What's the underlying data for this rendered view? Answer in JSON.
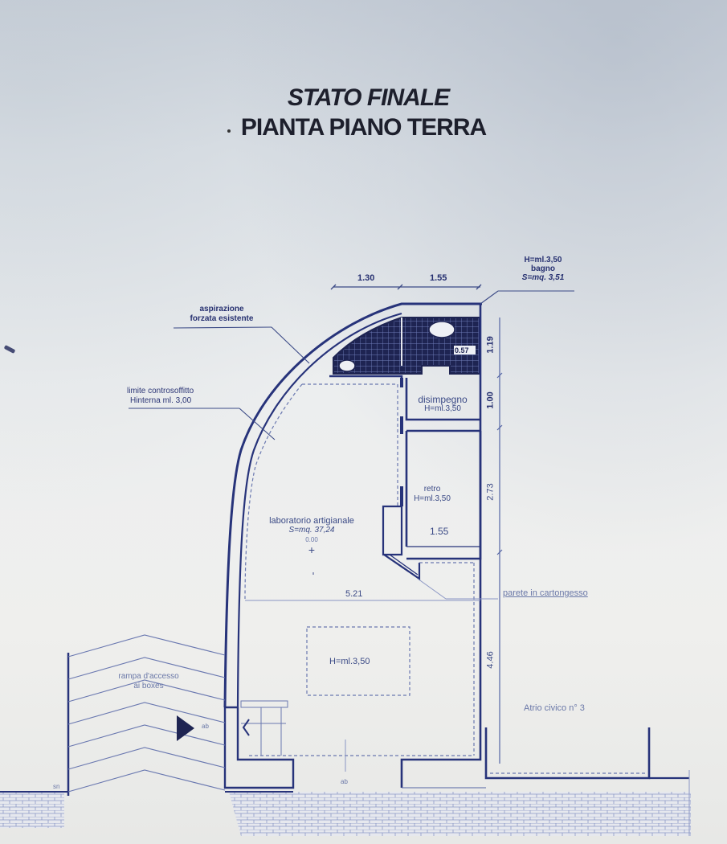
{
  "title": {
    "line1": "STATO FINALE",
    "line2": "PIANTA PIANO TERRA"
  },
  "dimensions": {
    "top_left": "1.30",
    "top_right": "1.55",
    "right_bagno": "1.19",
    "right_disimpegno": "1.00",
    "right_retro": "2.73",
    "right_laboratorio": "4.46",
    "retro_width": "1.55",
    "laboratorio_width": "5.21"
  },
  "rooms": {
    "bagno": {
      "height": "H=ml.3,50",
      "name": "bagno",
      "area": "S=mq. 3,51",
      "window_tag": "0.57"
    },
    "disimpegno": {
      "name": "disimpegno",
      "height": "H=ml.3,50"
    },
    "retro": {
      "name": "retro",
      "height": "H=ml.3,50"
    },
    "laboratorio": {
      "name": "laboratorio artigianale",
      "area": "S=mq. 37,24",
      "level": "0.00"
    },
    "front_zone": {
      "height": "H=ml.3,50"
    }
  },
  "annotations": {
    "aspirazione_line1": "aspirazione",
    "aspirazione_line2": "forzata esistente",
    "controsoffitto_line1": "limite controsoffitto",
    "controsoffitto_line2": "Hinterna ml. 3,00",
    "parete": "parete in cartongesso",
    "rampa_line1": "rampa d'accesso",
    "rampa_line2": "ai boxes",
    "atrio": "Atrio civico n° 3",
    "entry_tag": "ab",
    "left_tag": "sn",
    "bottom_tag": "ab"
  },
  "colors": {
    "line": "#27337a",
    "thin_line": "#5566a5",
    "bathroom_fill": "#1e2452",
    "paper": "#efefed"
  }
}
